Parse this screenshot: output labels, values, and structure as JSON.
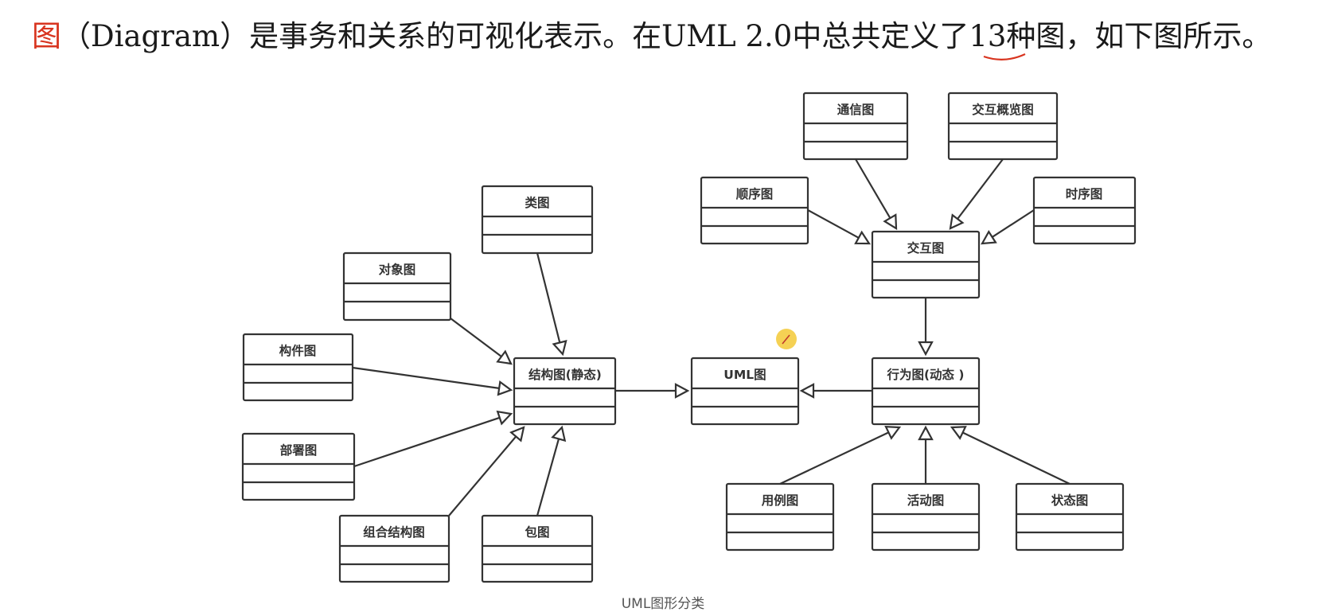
{
  "headline": {
    "highlight": "图",
    "before_number": "（Diagram）是事务和关系的可视化表示。在UML 2.0中总共定义了",
    "number": "13",
    "after_number": "种图，如下图所示。"
  },
  "caption": "UML图形分类",
  "colors": {
    "highlight": "#d8341f",
    "stroke": "#333333",
    "underline": "#d8341f",
    "cursor": "#f2c21b"
  },
  "nodes": {
    "class": "类图",
    "object": "对象图",
    "component": "构件图",
    "deployment": "部署图",
    "composite": "组合结构图",
    "package": "包图",
    "structure": "结构图(静态)",
    "uml": "UML图",
    "behavior": "行为图(动态 )",
    "interaction": "交互图",
    "communication": "通信图",
    "interaction_overview": "交互概览图",
    "sequence": "顺序图",
    "timing": "时序图",
    "usecase": "用例图",
    "activity": "活动图",
    "state": "状态图"
  }
}
